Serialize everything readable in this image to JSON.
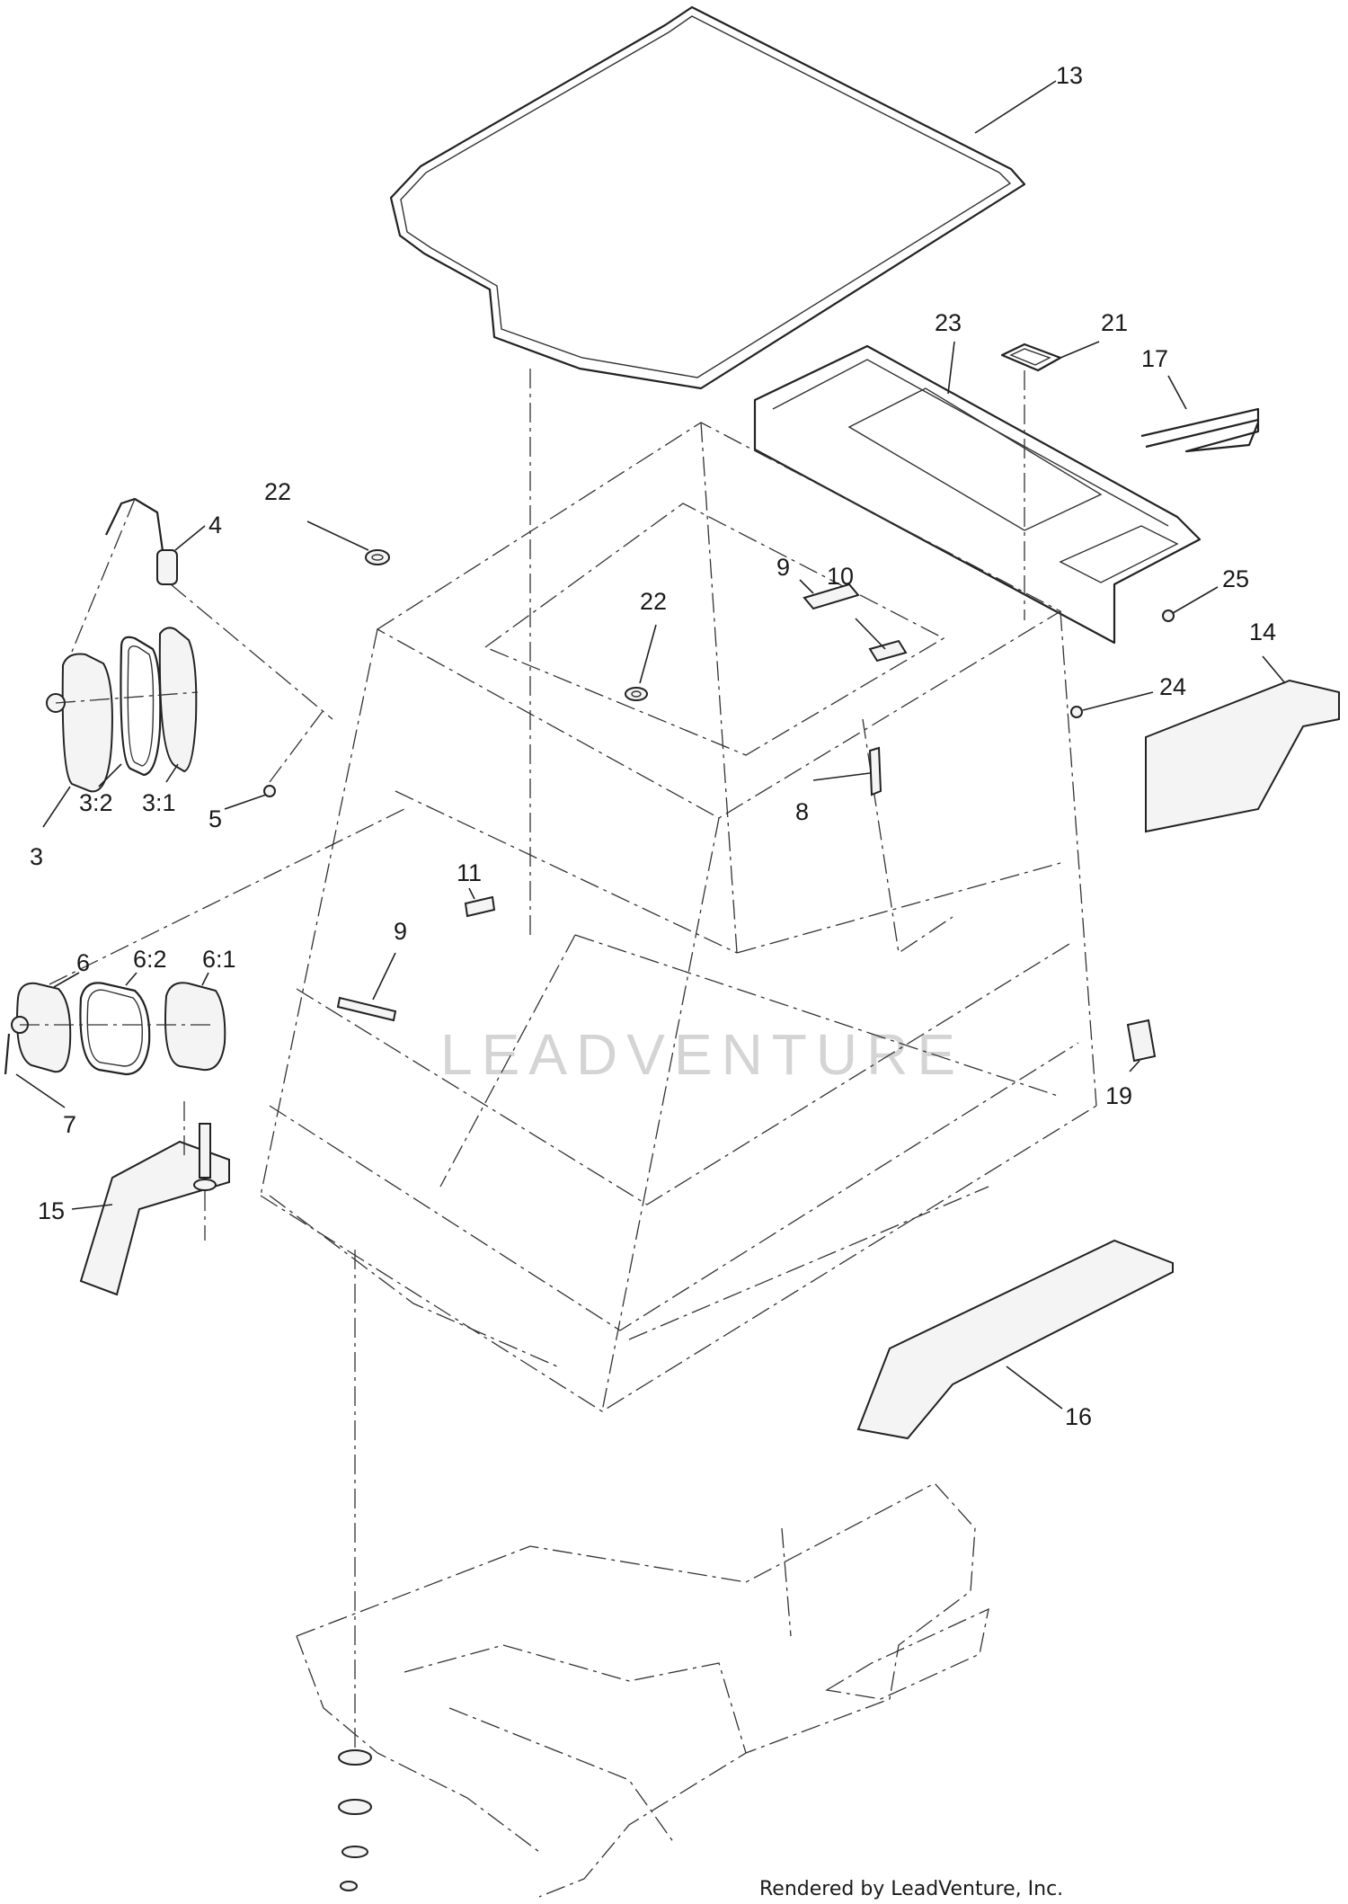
{
  "credit": "Rendered by LeadVenture, Inc.",
  "watermark": "LEADVENTURE",
  "callouts": [
    {
      "id": "c13",
      "label": "13"
    },
    {
      "id": "c23",
      "label": "23"
    },
    {
      "id": "c21",
      "label": "21"
    },
    {
      "id": "c17",
      "label": "17"
    },
    {
      "id": "c22a",
      "label": "22"
    },
    {
      "id": "c4",
      "label": "4"
    },
    {
      "id": "c9a",
      "label": "9"
    },
    {
      "id": "c10",
      "label": "10"
    },
    {
      "id": "c22b",
      "label": "22"
    },
    {
      "id": "c25",
      "label": "25"
    },
    {
      "id": "c14",
      "label": "14"
    },
    {
      "id": "c24",
      "label": "24"
    },
    {
      "id": "c3",
      "label": "3"
    },
    {
      "id": "c3_2",
      "label": "3:2"
    },
    {
      "id": "c3_1",
      "label": "3:1"
    },
    {
      "id": "c5",
      "label": "5"
    },
    {
      "id": "c8",
      "label": "8"
    },
    {
      "id": "c11",
      "label": "11"
    },
    {
      "id": "c9b",
      "label": "9"
    },
    {
      "id": "c6",
      "label": "6"
    },
    {
      "id": "c6_2",
      "label": "6:2"
    },
    {
      "id": "c6_1",
      "label": "6:1"
    },
    {
      "id": "c7",
      "label": "7"
    },
    {
      "id": "c19",
      "label": "19"
    },
    {
      "id": "c15",
      "label": "15"
    },
    {
      "id": "c16",
      "label": "16"
    }
  ]
}
